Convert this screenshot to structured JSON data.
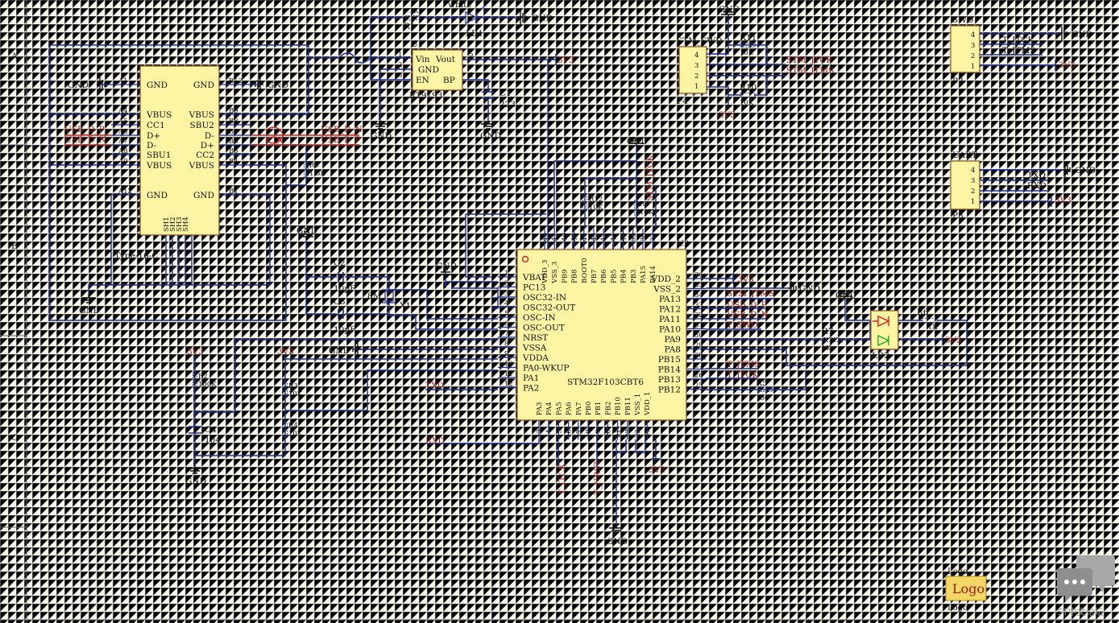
{
  "border": {
    "rows": [
      "A",
      "B",
      "C"
    ]
  },
  "labels": {
    "gnd": "GND",
    "v33": "3V3",
    "white": "white",
    "f1": "F1",
    "r1": "R1",
    "r1_val": "3K",
    "ld1": "LD1",
    "u1": "U1",
    "u1_part": "RT9193",
    "u1_vin": "Vin",
    "u1_vout": "Vout",
    "u1_gnd": "GND",
    "u1_en": "EN",
    "u1_bp": "BP",
    "u1_p1": "1",
    "u1_p2": "2",
    "u1_p3": "3",
    "u1_p4": "4",
    "u1_p5": "5",
    "c1": "C1",
    "c1_val": "223",
    "p1": "P1",
    "p1_part": "Type-16-C",
    "stm_swd": "STM_SWD",
    "p4": "P4",
    "r11": "R11",
    "r10": "R10",
    "r12": "R12",
    "r8": "R8",
    "r9": "R9",
    "r2": "R2",
    "r3": "R3",
    "r4": "R4",
    "r5": "R5",
    "r6": "R6",
    "r7": "R7",
    "k10": "10K",
    "k100": "100K",
    "k15": "1.5K",
    "k1": "1K",
    "v100": "100",
    "stm_jtck": "STM_JTCK",
    "stm_jtms": "STM_JTMS",
    "swd": "SWD",
    "p2": "P2",
    "t_jtck": "T_JTCK",
    "t_jtms": "T_JTMS",
    "uart": "UART",
    "p3": "P3",
    "txd": "TXD",
    "rxd": "RXD",
    "usb_d_p": "USB_D_P",
    "usb_d_n": "USB_D_N",
    "c2": "C2",
    "c3": "C3",
    "c4": "C4",
    "pf10": "10pF",
    "c4_val": "104",
    "x1": "X1",
    "x1_val": "8M",
    "u2": "U2",
    "u2_part": "STM32F103CBT6",
    "ld2": "LD2",
    "t_swo": "T_SWO",
    "t_nrst": "T_NRST",
    "logo_top": "Logo",
    "logo_box": "Logo",
    "logo_bottom": "Logo",
    "watermark": "ST中文论坛"
  },
  "p1_left": [
    {
      "pin": "A1",
      "name": "GND"
    },
    {
      "pin": "A4",
      "name": "VBUS"
    },
    {
      "pin": "A5",
      "name": "CC1"
    },
    {
      "pin": "A6",
      "name": "D+"
    },
    {
      "pin": "A7",
      "name": "D-"
    },
    {
      "pin": "A8",
      "name": "SBU1"
    },
    {
      "pin": "A9",
      "name": "VBUS"
    },
    {
      "pin": "A12",
      "name": "GND"
    }
  ],
  "p1_right": [
    {
      "pin": "B12",
      "name": "GND"
    },
    {
      "pin": "B9",
      "name": "VBUS"
    },
    {
      "pin": "B8",
      "name": "SBU2"
    },
    {
      "pin": "B7",
      "name": "D-"
    },
    {
      "pin": "B6",
      "name": "D+"
    },
    {
      "pin": "B5",
      "name": "CC2"
    },
    {
      "pin": "B4",
      "name": "VBUS"
    },
    {
      "pin": "B1",
      "name": "GND"
    }
  ],
  "p1_shield": [
    "SH1",
    "SH2",
    "SH3",
    "SH4"
  ],
  "swd_pins": [
    "4",
    "3",
    "2",
    "1"
  ],
  "u2_left": [
    {
      "num": "1",
      "name": "VBAT"
    },
    {
      "num": "2",
      "name": "PC13"
    },
    {
      "num": "3",
      "name": "OSC32-IN"
    },
    {
      "num": "4",
      "name": "OSC32-OUT"
    },
    {
      "num": "5",
      "name": "OSC-IN"
    },
    {
      "num": "6",
      "name": "OSC-OUT"
    },
    {
      "num": "7",
      "name": "NRST"
    },
    {
      "num": "8",
      "name": "VSSA"
    },
    {
      "num": "9",
      "name": "VDDA"
    },
    {
      "num": "10",
      "name": "PA0-WKUP"
    },
    {
      "num": "11",
      "name": "PA1"
    },
    {
      "num": "12",
      "name": "PA2"
    }
  ],
  "u2_right": [
    {
      "num": "36",
      "name": "VDD_2"
    },
    {
      "num": "35",
      "name": "VSS_2"
    },
    {
      "num": "34",
      "name": "PA13"
    },
    {
      "num": "33",
      "name": "PA12"
    },
    {
      "num": "32",
      "name": "PA11"
    },
    {
      "num": "31",
      "name": "PA10"
    },
    {
      "num": "30",
      "name": "PA9"
    },
    {
      "num": "29",
      "name": "PA8"
    },
    {
      "num": "28",
      "name": "PB15"
    },
    {
      "num": "27",
      "name": "PB14"
    },
    {
      "num": "26",
      "name": "PB13"
    },
    {
      "num": "25",
      "name": "PB12"
    }
  ],
  "u2_top": [
    {
      "num": "48",
      "name": "VDD_3"
    },
    {
      "num": "47",
      "name": "VSS_3"
    },
    {
      "num": "46",
      "name": "PB9"
    },
    {
      "num": "45",
      "name": "PB8"
    },
    {
      "num": "44",
      "name": "BOOT0"
    },
    {
      "num": "43",
      "name": "PB7"
    },
    {
      "num": "42",
      "name": "PB6"
    },
    {
      "num": "41",
      "name": "PB5"
    },
    {
      "num": "40",
      "name": "PB4"
    },
    {
      "num": "39",
      "name": "PB3"
    },
    {
      "num": "38",
      "name": "PA15"
    },
    {
      "num": "37",
      "name": "PA14"
    }
  ],
  "u2_bottom": [
    {
      "num": "13",
      "name": "PA3"
    },
    {
      "num": "14",
      "name": "PA4"
    },
    {
      "num": "15",
      "name": "PA5"
    },
    {
      "num": "16",
      "name": "PA6"
    },
    {
      "num": "17",
      "name": "PA7"
    },
    {
      "num": "18",
      "name": "PB0"
    },
    {
      "num": "19",
      "name": "PB1"
    },
    {
      "num": "20",
      "name": "PB2"
    },
    {
      "num": "21",
      "name": "PB10"
    },
    {
      "num": "22",
      "name": "PB11"
    },
    {
      "num": "23",
      "name": "VSS_1"
    },
    {
      "num": "24",
      "name": "VDD_1"
    }
  ],
  "u2_right_nets": {
    "36": "3V3",
    "34": "STM_JTMS",
    "33": "USB_D_P",
    "32": "USB_D_N",
    "31": "T_SWO",
    "27": "T_JTMS",
    "26": "T_JTCK"
  }
}
